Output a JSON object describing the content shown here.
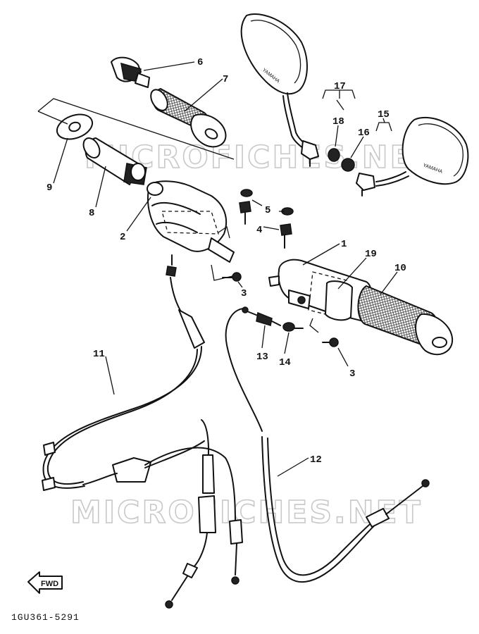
{
  "watermark": "MICROFICHES.NET",
  "diagram_code": "1GU361-5291",
  "fwd_label": "FWD",
  "mirror_brand": "YAMAHA",
  "part_labels": {
    "p1": "1",
    "p2": "2",
    "p3a": "3",
    "p3b": "3",
    "p4": "4",
    "p5": "5",
    "p6": "6",
    "p7": "7",
    "p8": "8",
    "p9": "9",
    "p10": "10",
    "p11": "11",
    "p12": "12",
    "p13": "13",
    "p14": "14",
    "p15": "15",
    "p16": "16",
    "p17": "17",
    "p18": "18",
    "p19": "19"
  }
}
